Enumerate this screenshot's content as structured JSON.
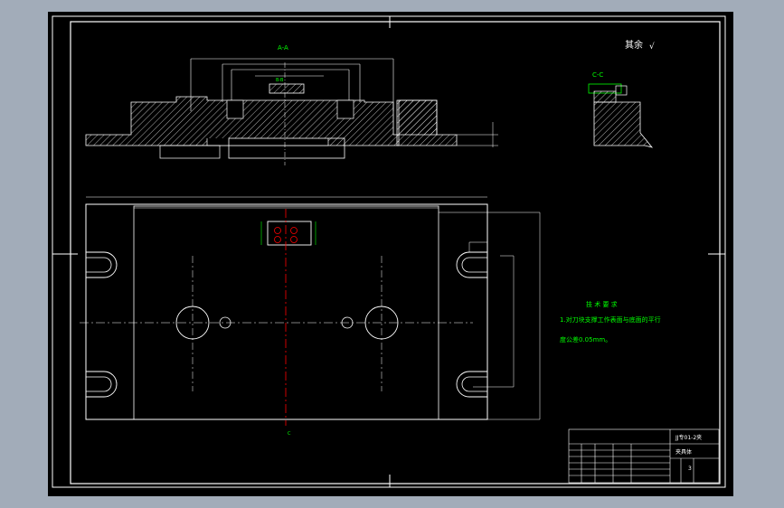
{
  "colors": {
    "background_outer": "#a2acb9",
    "canvas": "#000000",
    "line": "#ffffff",
    "dimension": "#00ff00",
    "centerline_red": "#ff0000",
    "hatch": "#ffffff",
    "tech_text": "#00ff00"
  },
  "drawing": {
    "section_aa_label": "A-A",
    "section_bb_label": "B-B",
    "section_cc_label": "C-C",
    "section_c_marker": "C",
    "roughness_note": "其余",
    "roughness_symbol": "√",
    "tech_requirements": {
      "title": "技 术 要 求",
      "line1": "1.对刀块支撑工作表面与底面的平行",
      "line2": "度公差0.05mm。"
    },
    "title_block": {
      "drawing_number": "JJ专01-2夹",
      "part_name": "夹具体",
      "sheet": "3"
    },
    "icons": [
      "roughness-symbol-icon",
      "section-arrow-icon"
    ]
  }
}
